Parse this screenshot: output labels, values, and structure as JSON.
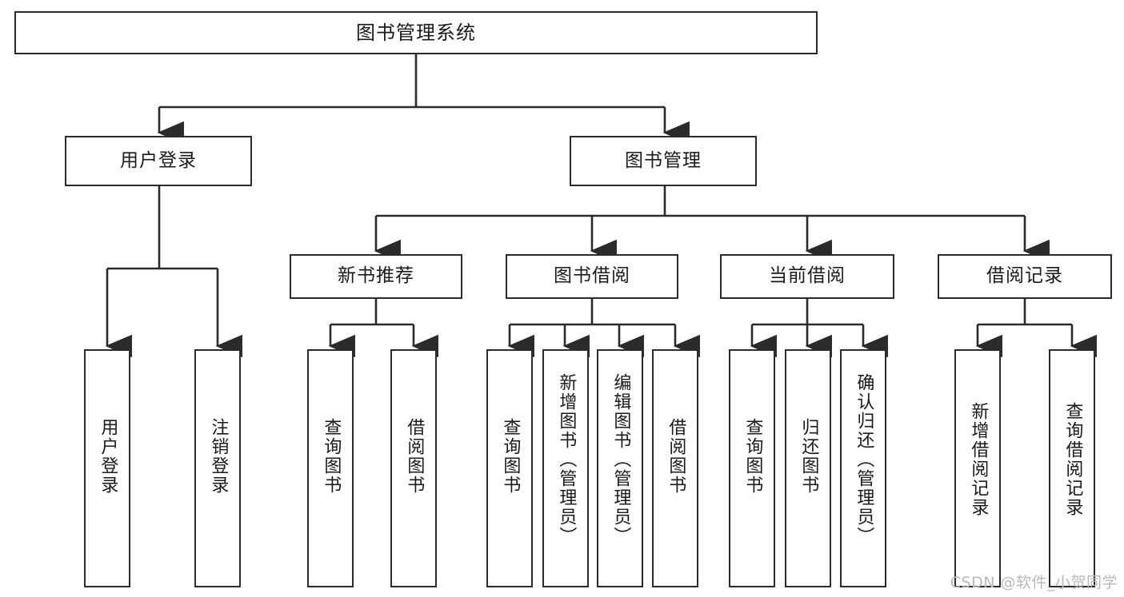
{
  "diagram": {
    "title": "图书管理系统",
    "root": {
      "id": "root",
      "label": "图书管理系统"
    },
    "level2": [
      {
        "id": "user-login",
        "label": "用户登录"
      },
      {
        "id": "book-manage",
        "label": "图书管理"
      }
    ],
    "level3": [
      {
        "id": "new-book-rec",
        "label": "新书推荐"
      },
      {
        "id": "book-borrow",
        "label": "图书借阅"
      },
      {
        "id": "current-borrow",
        "label": "当前借阅"
      },
      {
        "id": "borrow-record",
        "label": "借阅记录"
      }
    ],
    "leaves": {
      "user_login": [
        {
          "id": "leaf-user-login",
          "label": "用户登录"
        },
        {
          "id": "leaf-logout",
          "label": "注销登录"
        }
      ],
      "new_book_rec": [
        {
          "id": "leaf-query-book-1",
          "label": "查询图书"
        },
        {
          "id": "leaf-borrow-book-1",
          "label": "借阅图书"
        }
      ],
      "book_borrow": [
        {
          "id": "leaf-query-book-2",
          "label": "查询图书"
        },
        {
          "id": "leaf-add-book",
          "label": "新增图书（管理员）"
        },
        {
          "id": "leaf-edit-book",
          "label": "编辑图书（管理员）"
        },
        {
          "id": "leaf-borrow-book-2",
          "label": "借阅图书"
        }
      ],
      "current_borrow": [
        {
          "id": "leaf-query-book-3",
          "label": "查询图书"
        },
        {
          "id": "leaf-return-book",
          "label": "归还图书"
        },
        {
          "id": "leaf-confirm-return",
          "label": "确认归还（管理员）"
        }
      ],
      "borrow_record": [
        {
          "id": "leaf-add-record",
          "label": "新增借阅记录"
        },
        {
          "id": "leaf-query-record",
          "label": "查询借阅记录"
        }
      ]
    },
    "colors": {
      "stroke": "#2b2b2b",
      "fill": "#ffffff",
      "text": "#1a1a1a",
      "watermark": "#b9b9b9"
    }
  },
  "watermark": "CSDN @软件_小贺同学"
}
